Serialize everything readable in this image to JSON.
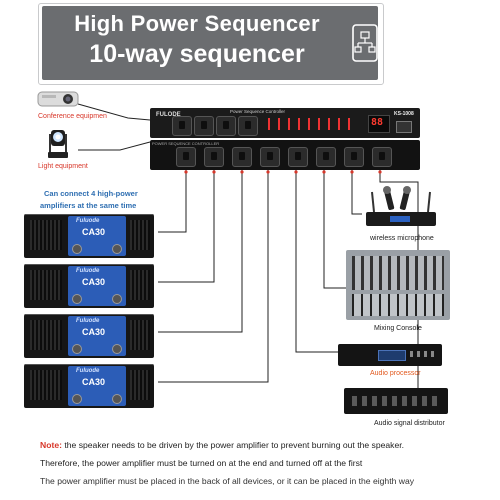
{
  "banner": {
    "title_line1": "High Power Sequencer",
    "title_line2": "10-way sequencer",
    "icon": "network-hierarchy-icon"
  },
  "sequencer": {
    "brand": "FULODE",
    "panel_title": "Power Sequence Controller",
    "model": "KS-1008",
    "display": "88",
    "panel_text": "POWER SEQUENCE CONTROLLER"
  },
  "left_labels": {
    "conference": "Conference equipmen",
    "light": "Light equipment",
    "amp_note_line1": "Can connect 4 high-power",
    "amp_note_line2": "amplifiers at the same time"
  },
  "amplifiers": [
    {
      "brand": "Fuluode",
      "model": "CA30"
    },
    {
      "brand": "Fuluode",
      "model": "CA30"
    },
    {
      "brand": "Fuluode",
      "model": "CA30"
    },
    {
      "brand": "Fuluode",
      "model": "CA30"
    }
  ],
  "right_labels": {
    "wireless": "wireless microphone",
    "mixing": "Mixing Console",
    "processor": "Audio processor",
    "distributor": "Audio signal distributor"
  },
  "notes": {
    "label": "Note:",
    "line1": " the speaker needs to be driven by the power amplifier to prevent burning out the speaker.",
    "line2": "Therefore, the power amplifier must be turned on at the end and turned off at the first",
    "line3": "The power amplifier must be placed in the back of all devices, or it can be placed in the eighth way"
  },
  "colors": {
    "banner_bg": "#6b6d70",
    "amp_face": "#2c5db7",
    "note_red": "#d8372a",
    "label_blue": "#2f6fb2",
    "label_orange": "#e2591e"
  }
}
